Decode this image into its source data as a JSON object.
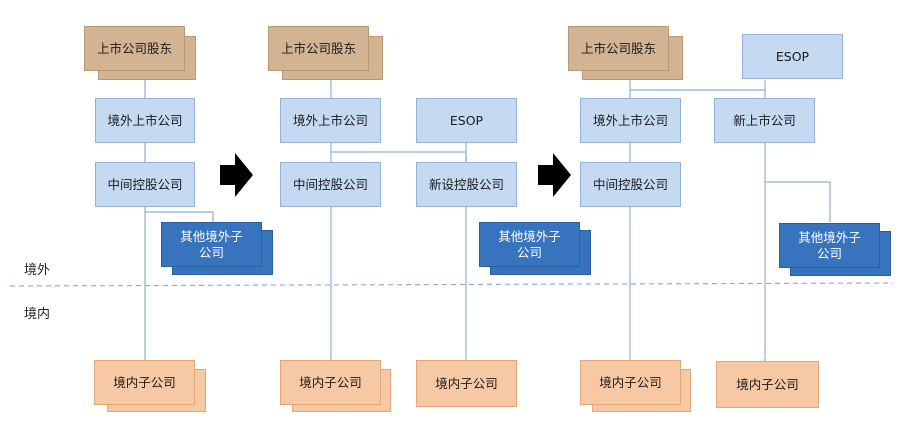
{
  "labels": {
    "shareholders": "上市公司股东",
    "overseas_listed": "境外上市公司",
    "intermediate": "中间控股公司",
    "other_overseas_sub": "其他境外子\n公司",
    "domestic_sub": "境内子公司",
    "esop": "ESOP",
    "new_holding": "新设控股公司",
    "new_listed": "新上市公司"
  },
  "regions": {
    "overseas": "境外",
    "domestic": "境内"
  },
  "colors": {
    "tan": "#d2b493",
    "light_blue": "#c5d9f1",
    "dark_blue": "#3874bd",
    "orange": "#f7c8a4",
    "line": "#8eb0d4",
    "arrow": "#000000"
  }
}
